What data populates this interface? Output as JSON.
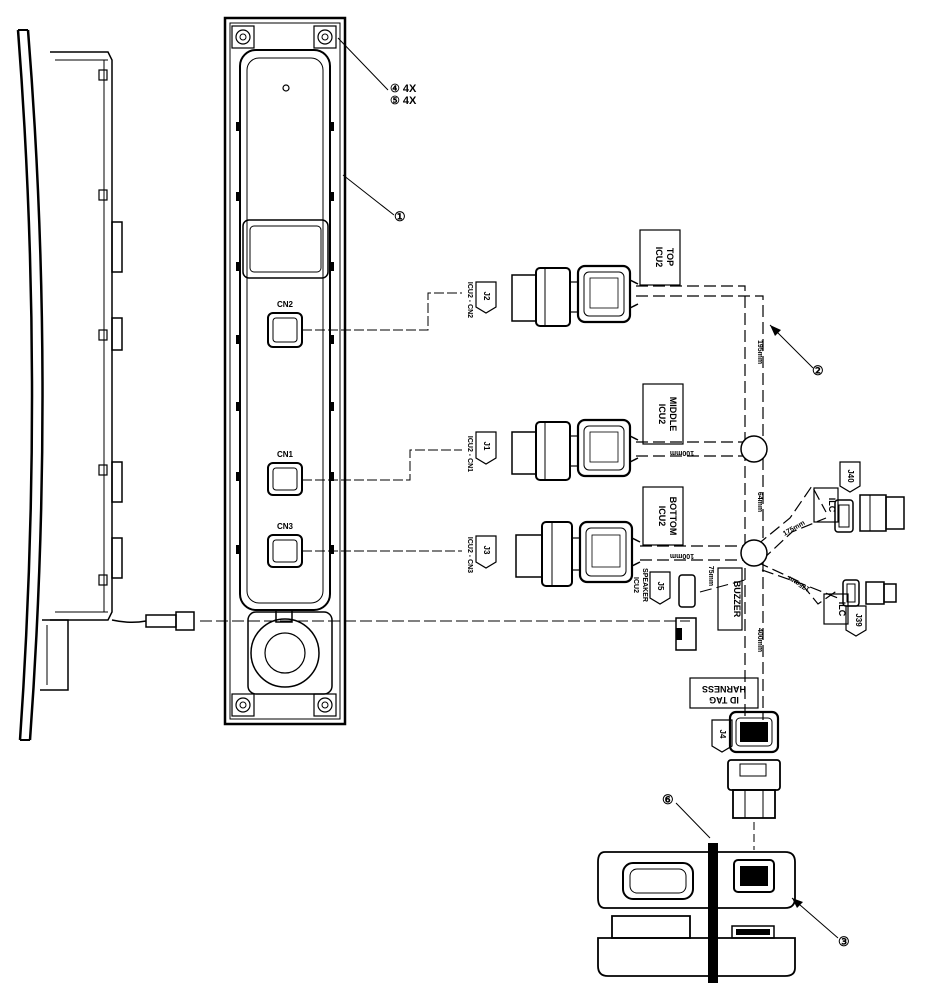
{
  "callouts": {
    "item1": "①",
    "item2": "②",
    "item3": "③",
    "item4": "④ 4X",
    "item5": "⑤ 4X",
    "item6": "⑥"
  },
  "panel_labels": {
    "cn1": "CN1",
    "cn2": "CN2",
    "cn3": "CN3"
  },
  "connector_refs": {
    "cn2_ref": "ICU2 - CN2",
    "cn1_ref": "ICU2 - CN1",
    "cn3_ref": "ICU2 - CN3",
    "j2": "J2",
    "j1": "J1",
    "j3": "J3",
    "j4": "J4",
    "j5": "J5",
    "j39": "J39",
    "j40": "J40"
  },
  "tags": {
    "top": [
      "ICU2",
      "TOP"
    ],
    "middle": [
      "ICU2",
      "MIDDLE"
    ],
    "bottom": [
      "ICU2",
      "BOTTOM"
    ],
    "speaker": [
      "ICU2",
      "SPEAKER"
    ],
    "buzzer": "BUZZER",
    "harness": [
      "HARNESS",
      "ID TAG"
    ],
    "ilc_top": "ILC",
    "ilc_bottom": "ILC"
  },
  "dimensions": {
    "d195": "195mm",
    "d100a": "100mm",
    "d100b": "100mm",
    "d64": "64mm",
    "d175a": "175mm",
    "d175b": "175mm",
    "d75": "75mm",
    "d400": "400mm"
  }
}
